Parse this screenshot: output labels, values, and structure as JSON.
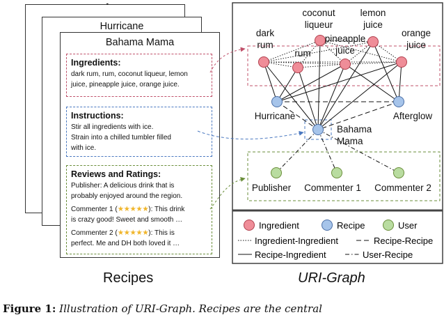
{
  "recipes_panel": {
    "title": "Recipes",
    "stack_ellipsis": "⋱",
    "back_card_title": "Hurricane",
    "front_card_title": "Bahama Mama",
    "ingredients": {
      "heading": "Ingredients:",
      "line1": "dark rum, rum, coconut liqueur, lemon",
      "line2": "juice, pineapple juice, orange juice."
    },
    "instructions": {
      "heading": "Instructions:",
      "line1": "Stir all ingredients with ice.",
      "line2": "Strain into a chilled tumbler filled",
      "line3": "with ice."
    },
    "reviews": {
      "heading": "Reviews and Ratings:",
      "publisher_line1": "Publisher: A delicious drink that is",
      "publisher_line2": "probably enjoyed around the region.",
      "c1_prefix": "Commenter 1 (",
      "c1_stars": "★★★★★",
      "c1_suffix": "): This drink",
      "c1_line2": "is crazy good! Sweet and smooth …",
      "c2_prefix": "Commenter 2 (",
      "c2_stars": "★★★★★",
      "c2_suffix": "): This is",
      "c2_line2": "perfect. Me and DH both loved it …"
    }
  },
  "graph_panel": {
    "title": "URI-Graph",
    "nodes": {
      "dark_rum": [
        "dark",
        "rum"
      ],
      "rum": [
        "rum"
      ],
      "coconut": [
        "coconut",
        "liqueur"
      ],
      "pineapple": [
        "pineapple",
        "juice"
      ],
      "lemon": [
        "lemon",
        "juice"
      ],
      "orange": [
        "orange",
        "juice"
      ],
      "hurricane": [
        "Hurricane"
      ],
      "afterglow": [
        "Afterglow"
      ],
      "bahama": [
        "Bahama",
        "Mama"
      ],
      "publisher": [
        "Publisher"
      ],
      "commenter1": [
        "Commenter 1"
      ],
      "commenter2": [
        "Commenter 2"
      ]
    },
    "legend": {
      "ingredient": "Ingredient",
      "recipe": "Recipe",
      "user": "User",
      "ing_ing": "Ingredient-Ingredient",
      "recipe_recipe": "Recipe-Recipe",
      "recipe_ing": "Recipe-Ingredient",
      "user_recipe": "User-Recipe"
    }
  },
  "caption": {
    "label": "Figure 1:",
    "text": "Illustration of URI-Graph. Recipes are the central"
  },
  "colors": {
    "ingredient": "#ef8d98",
    "recipe": "#a6c4ea",
    "user": "#b9dca0",
    "ingredients_border": "#c0506a",
    "instructions_border": "#4a78c0",
    "reviews_border": "#6a8e3a",
    "star": "#f0b52a"
  }
}
